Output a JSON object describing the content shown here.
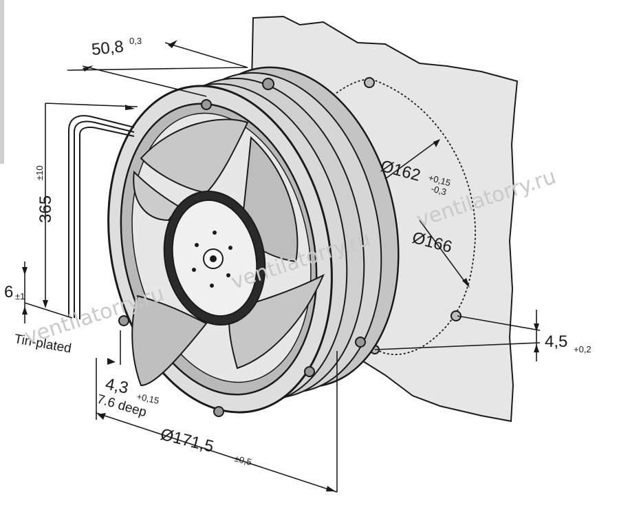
{
  "drawing": {
    "dim_depth": {
      "value": "50,8",
      "tol_top": "+",
      "tol_bottom": "-",
      "tol": "0,3"
    },
    "dim_cable_length": {
      "value": "365",
      "tol": "±10"
    },
    "dim_cable_strip": {
      "value": "6",
      "tol": "±1"
    },
    "cable_note": "Tin-plated",
    "dim_hole_dia": {
      "value": "4,3",
      "tol": "+0,15"
    },
    "hole_depth_note": "7.6 deep",
    "dim_outer_dia": {
      "value": "Ø171,5",
      "tol": "±0,5"
    },
    "dim_cutout_dia": {
      "value": "Ø162",
      "tol_plus": "+0,15",
      "tol_minus": "-0,3"
    },
    "dim_bolt_circle": {
      "value": "Ø166"
    },
    "dim_flange": {
      "value": "4,5",
      "tol": "+0,2"
    },
    "watermarks": [
      "ventilatorry.ru",
      "ventilatorry.ru",
      "ventilatorry.ru"
    ]
  },
  "colors": {
    "panel": "#e6e6e6",
    "housing": "#d2d2d2",
    "housing_dark": "#9a9a9a",
    "line": "#1a1a1a",
    "blade": "#c8c8c8",
    "hub": "#f0f0f0"
  }
}
